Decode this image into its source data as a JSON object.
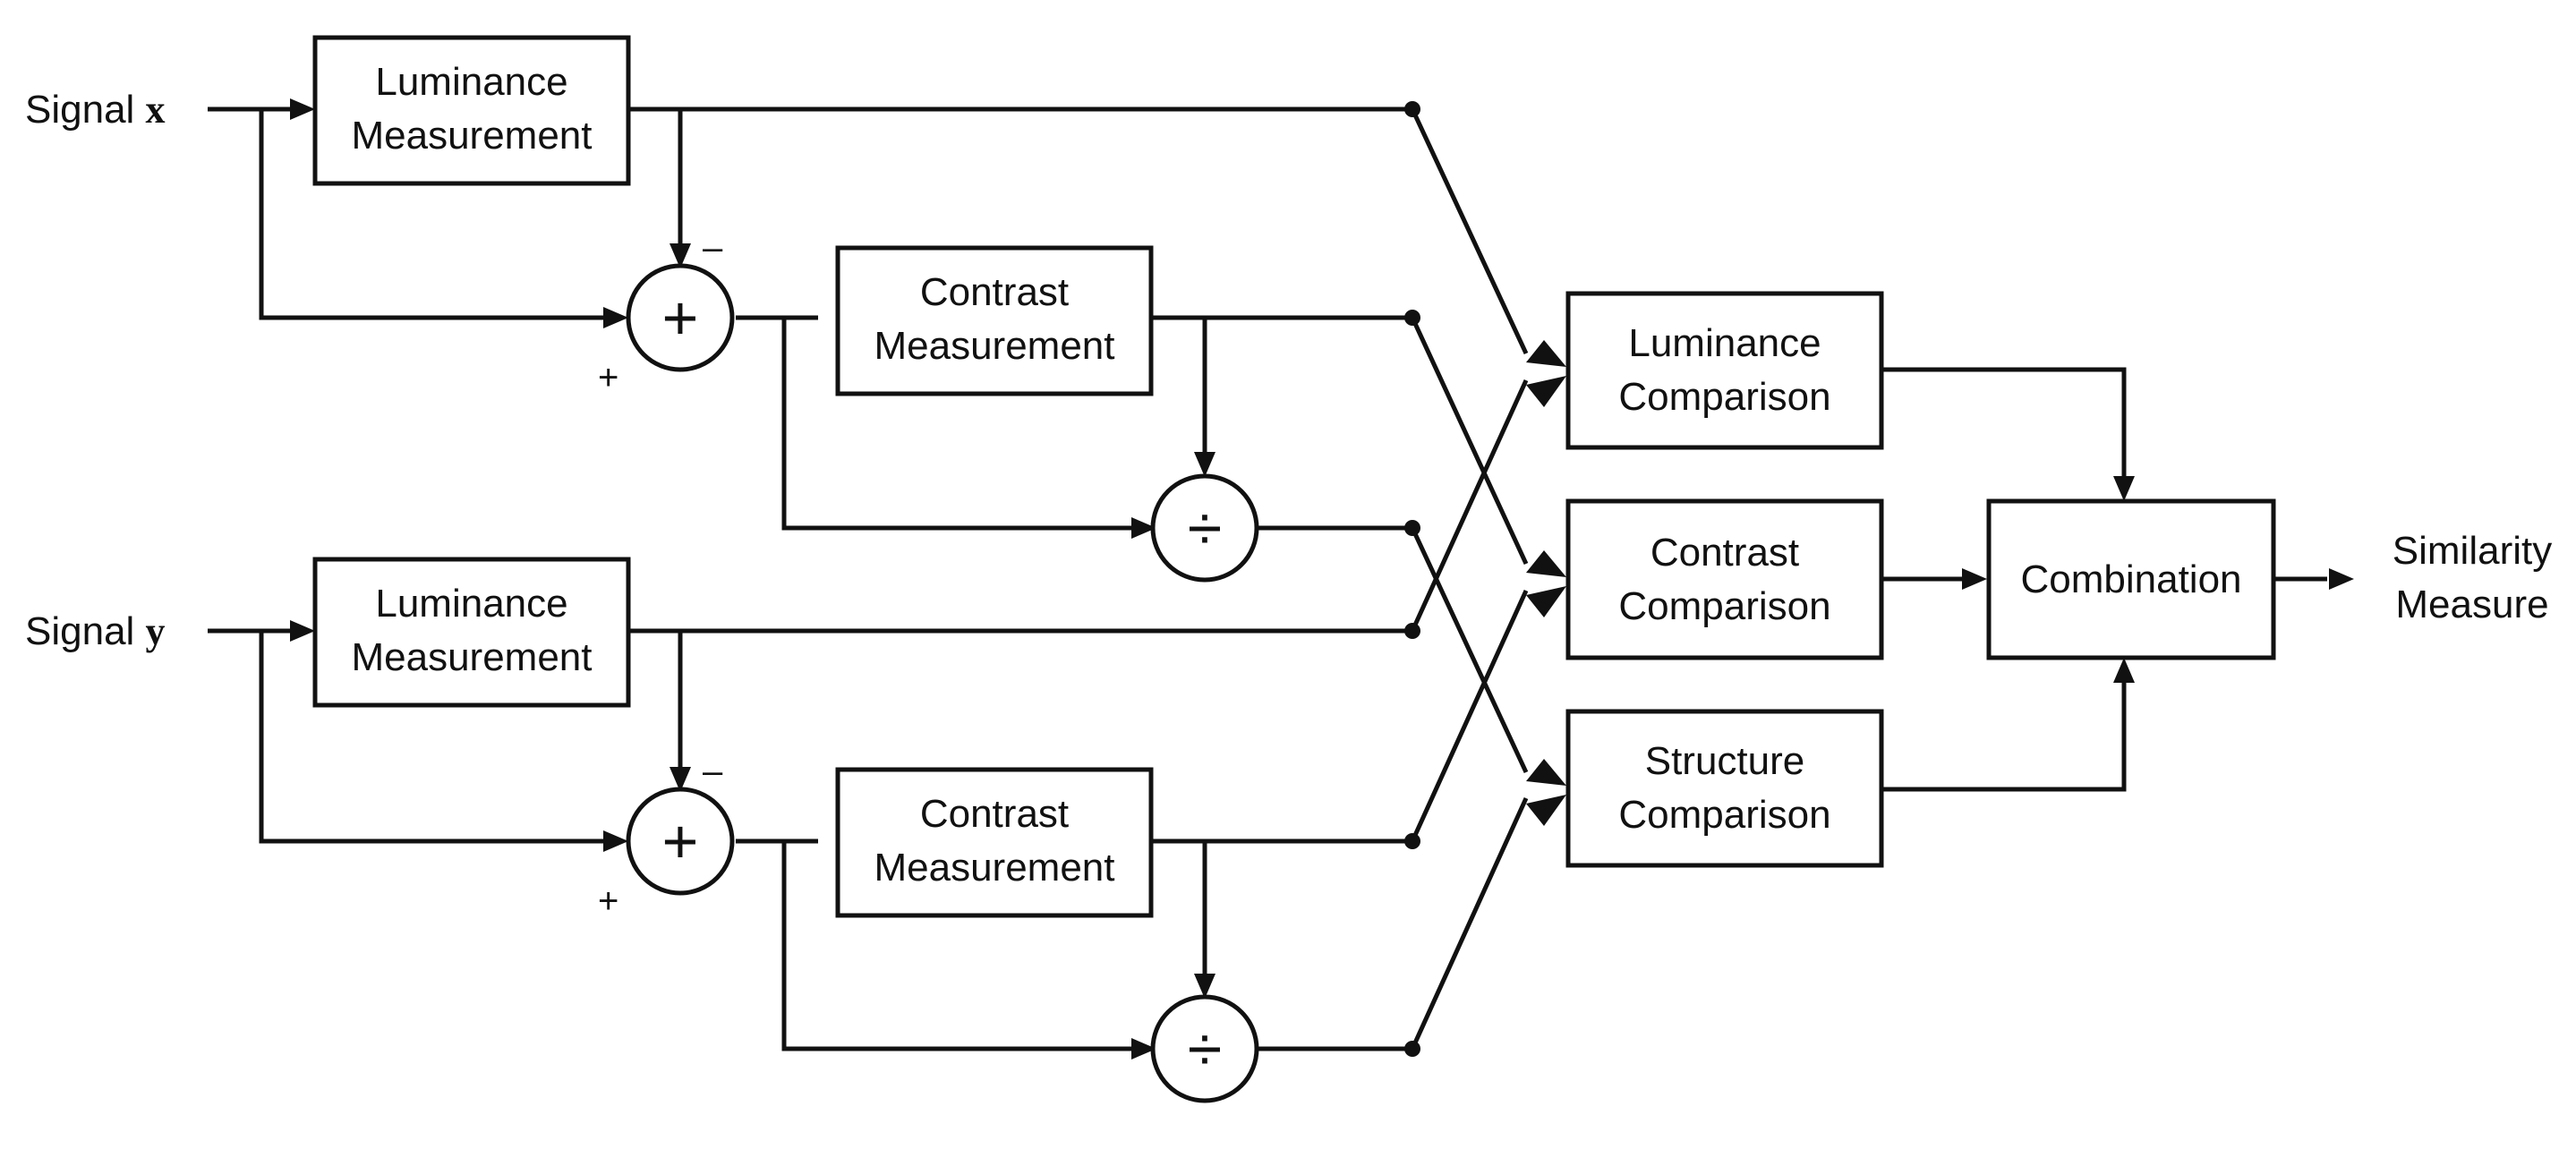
{
  "inputs": {
    "x": {
      "prefix": "Signal",
      "var": "x"
    },
    "y": {
      "prefix": "Signal",
      "var": "y"
    }
  },
  "blocks": {
    "lum_x": [
      "Luminance",
      "Measurement"
    ],
    "con_x": [
      "Contrast",
      "Measurement"
    ],
    "lum_y": [
      "Luminance",
      "Measurement"
    ],
    "con_y": [
      "Contrast",
      "Measurement"
    ],
    "lum_cmp": [
      "Luminance",
      "Comparison"
    ],
    "con_cmp": [
      "Contrast",
      "Comparison"
    ],
    "str_cmp": [
      "Structure",
      "Comparison"
    ],
    "combination": [
      "Combination"
    ]
  },
  "operators": {
    "sum": "+",
    "divide": "÷"
  },
  "signs": {
    "minus": "–",
    "plus": "+"
  },
  "output": [
    "Similarity",
    "Measure"
  ]
}
